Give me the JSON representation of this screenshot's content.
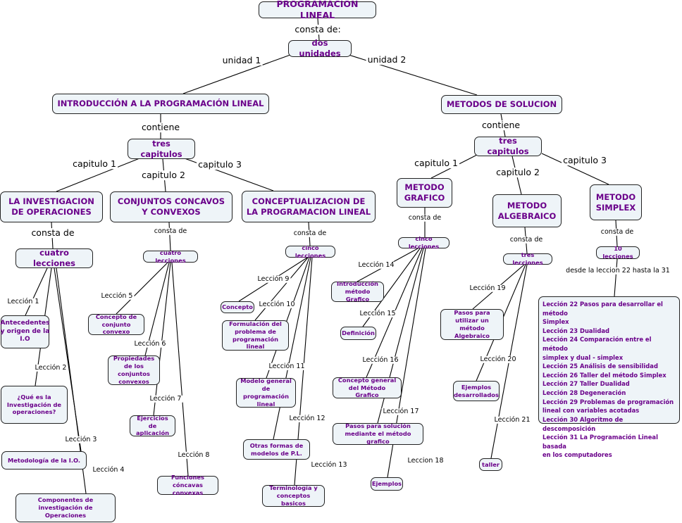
{
  "map": {
    "root": "PROGRAMACION LINEAL",
    "root_link": "consta de:",
    "units": "dos unidades",
    "unit1_link": "unidad 1",
    "unit2_link": "unidad 2",
    "unit1": {
      "title": "INTRODUCCIÓN A LA PROGRAMACIÓN LINEAL",
      "link": "contiene",
      "chapters": "tres capitulos",
      "chapter_links": [
        "capitulo 1",
        "capitulo 2",
        "capitulo 3"
      ],
      "chapter1": {
        "title": "LA INVESTIGACION DE OPERACIONES",
        "link": "consta de",
        "lessons": "cuatro lecciones",
        "lesson_links": [
          "Lección 1",
          "Lección 2",
          "Lección 3",
          "Lección 4"
        ],
        "topics": [
          "Antecedentes y origen de la I.O",
          "¿Qué es la Investigación de operaciones?",
          "Metodología de la I.O.",
          "Componentes de investigación de Operaciones"
        ]
      },
      "chapter2": {
        "title": "CONJUNTOS CONCAVOS Y CONVEXOS",
        "link": "consta de",
        "lessons": "cuatro lecciones",
        "lesson_links": [
          "Lección 5",
          "Lección 6",
          "Lección 7",
          "Lección 8"
        ],
        "topics": [
          "Concepto de conjunto convexo",
          "Propiedades de los conjuntos convexos",
          "Ejercicios de aplicación",
          "Funciones cóncavas convexas"
        ]
      },
      "chapter3": {
        "title": "CONCEPTUALIZACION DE LA PROGRAMACION LINEAL",
        "link": "consta de",
        "lessons": "cinco lecciones",
        "lesson_links": [
          "Lección 9",
          "Lección 10",
          "Lección 11",
          "Lección 12",
          "Lección 13"
        ],
        "topics": [
          "Concepto",
          "Formulación del problema de programación lineal",
          "Modelo general de programación lineal",
          "Otras formas de modelos de P.L.",
          "Terminología y conceptos basicos"
        ]
      }
    },
    "unit2": {
      "title": "METODOS DE SOLUCION",
      "link": "contiene",
      "chapters": "tres capitulos",
      "chapter_links": [
        "capitulo 1",
        "capitulo 2",
        "capitulo 3"
      ],
      "chapter1": {
        "title": "METODO GRAFICO",
        "link": "consta de",
        "lessons": "cinco lecciones",
        "lesson_links": [
          "Lección 14",
          "Lección 15",
          "Lección 16",
          "Lección 17",
          "Leccion 18"
        ],
        "topics": [
          "Introducción método Grafico",
          "Definición",
          "Concepto general del Método Grafico",
          "Pasos para solución mediante el método grafico",
          "Ejemplos"
        ]
      },
      "chapter2": {
        "title": "METODO ALGEBRAICO",
        "link": "consta de",
        "lessons": "tres lecciones",
        "lesson_links": [
          "Lección 19",
          "Lección 20",
          "Lección 21"
        ],
        "topics": [
          "Pasos para utilizar un método Algebraico",
          "Ejemplos desarrollados",
          "taller"
        ]
      },
      "chapter3": {
        "title": "METODO SIMPLEX",
        "link": "consta de",
        "lessons": "10 lecciones",
        "range_link": "desde la leccion 22 hasta la 31",
        "list": "Lección 22 Pasos para desarrollar el método\n Simplex\nLección 23 Dualidad\nLección 24 Comparación entre el método\nsimplex y dual - simplex\nLección 25 Análisis de sensibilidad\nLección 26 Taller del método Simplex\nLección 27 Taller Dualidad\nLección 28 Degeneración\nLección 29 Problemas de programación\nlineal con variables acotadas\nLección 30 Algoritmo de descomposición\nLección 31 La Programación Lineal basada\n en los computadores"
      }
    }
  }
}
